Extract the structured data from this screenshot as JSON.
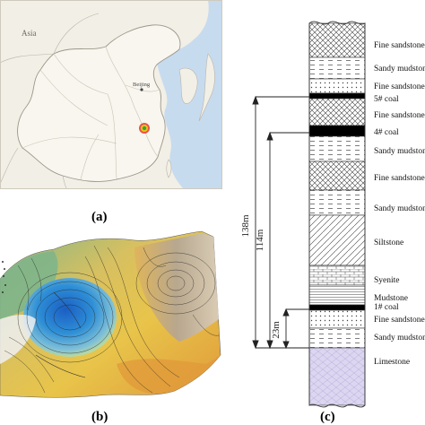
{
  "panel_labels": {
    "a": "(a)",
    "b": "(b)",
    "c": "(c)"
  },
  "map": {
    "asia_label": "Asia",
    "city_label": "Beijing",
    "colors": {
      "land": "#f2efe6",
      "sea": "#c7dbef",
      "border": "#b9b4a8",
      "china_fill": "#f8f6ef",
      "marker_outer": "#e53a2c",
      "marker_inner": "#f2c318",
      "marker_core": "#36a33b"
    }
  },
  "terrain": {
    "colors": {
      "high": "#b0a39a",
      "mid_yellow": "#e8c44a",
      "orange": "#e09a3a",
      "green": "#7fb58a",
      "blue": "#2e8fd6",
      "deep_blue": "#1a5ec4",
      "contour": "#222222"
    }
  },
  "strata_column": {
    "layers": [
      {
        "label": "Fine sandstone",
        "pattern": "crosshatch"
      },
      {
        "label": "Sandy mudstone",
        "pattern": "dash"
      },
      {
        "label": "Fine sandstone",
        "pattern": "dot"
      },
      {
        "label": "5# coal",
        "pattern": "coal"
      },
      {
        "label": "Fine sandstone",
        "pattern": "crosshatch"
      },
      {
        "label": "4# coal",
        "pattern": "coal"
      },
      {
        "label": "Sandy mudstone",
        "pattern": "dash"
      },
      {
        "label": "Fine sandstone",
        "pattern": "crosshatch"
      },
      {
        "label": "Sandy mudstone",
        "pattern": "dash"
      },
      {
        "label": "Siltstone",
        "pattern": "diagonal"
      },
      {
        "label": "Syenite",
        "pattern": "brick"
      },
      {
        "label": "Mudstone",
        "pattern": "hline"
      },
      {
        "label": "1# coal",
        "pattern": "coal"
      },
      {
        "label": "Fine sandstone",
        "pattern": "dot"
      },
      {
        "label": "Sandy mudstone",
        "pattern": "dash"
      },
      {
        "label": "Limestone",
        "pattern": "limestone"
      }
    ],
    "distances": [
      {
        "label": "138m"
      },
      {
        "label": "114m"
      },
      {
        "label": "23m"
      }
    ]
  }
}
